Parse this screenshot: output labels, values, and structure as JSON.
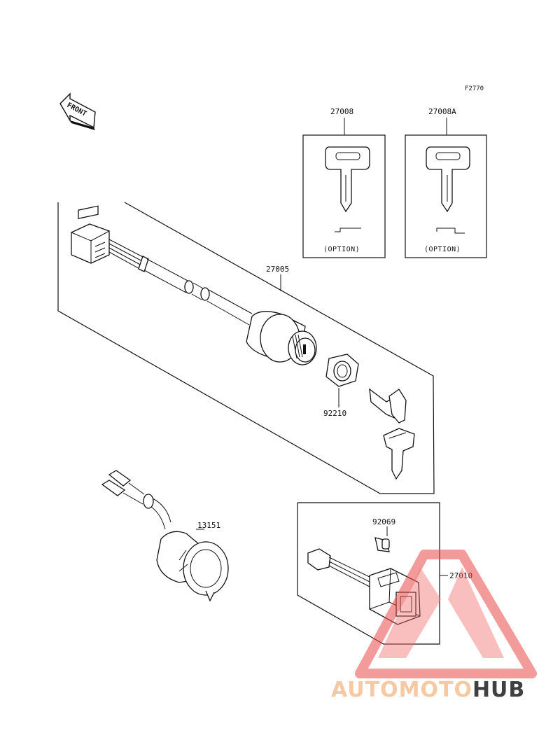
{
  "reference_code": "F2770",
  "front_label": "FRONT",
  "parts": {
    "key_blank_a": {
      "number": "27008",
      "note": "(OPTION)"
    },
    "key_blank_b": {
      "number": "27008A",
      "note": "(OPTION)"
    },
    "ignition_switch": {
      "number": "27005"
    },
    "nut": {
      "number": "92210"
    },
    "horn": {
      "number": "13151"
    },
    "bulb": {
      "number": "92069"
    },
    "indicator_switch": {
      "number": "27010"
    }
  },
  "watermark": {
    "text_part1": "AUTOMOTO",
    "text_part2": "HUB",
    "color_light": "#f7c9a3",
    "color_red": "#e84a4a",
    "color_dark": "#3f3f3f"
  }
}
